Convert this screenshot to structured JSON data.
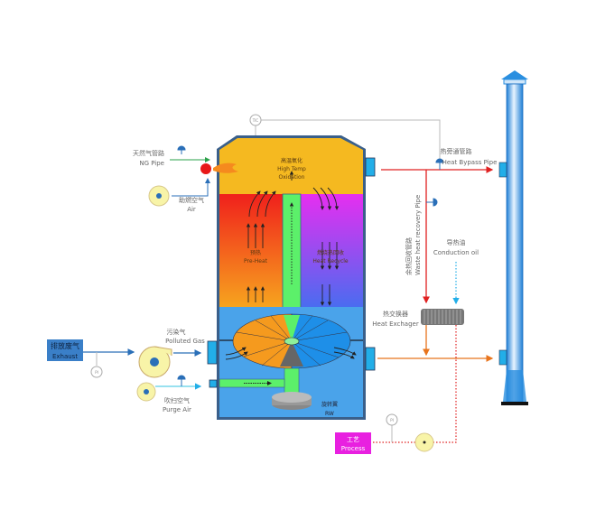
{
  "labels": {
    "ng_pipe_cn": "天然气管路",
    "ng_pipe_en": "NG Pipe",
    "air_cn": "助燃空气",
    "air_en": "Air",
    "oxidation_cn": "高温氧化",
    "oxidation_en1": "High Temp",
    "oxidation_en2": "Oxidation",
    "preheat_cn": "预热",
    "preheat_en": "Pre-Heat",
    "recycle_cn": "燃烧热回收",
    "recycle_en": "Heat Recycle",
    "bypass_cn": "热旁通管路",
    "bypass_en": "Heat Bypass Pipe",
    "waste_cn": "余热回收管路",
    "waste_en": "Waste heat recovery Pipe",
    "oil_cn": "导热油",
    "oil_en": "Conduction oil",
    "hx_cn": "热交换器",
    "hx_en": "Heat Exchager",
    "polluted_cn": "污染气",
    "polluted_en": "Polluted Gas",
    "exhaust_cn": "排放废气",
    "exhaust_en": "Exhaust",
    "purge_cn": "吹扫空气",
    "purge_en": "Purge Air",
    "rw_cn": "旋转翼",
    "rw_en": "RW",
    "process_cn": "工艺",
    "process_en": "Process",
    "tic": "TIC",
    "pi": "PI"
  },
  "colors": {
    "oxidation": "#f5b920",
    "preheat": "#f0421e",
    "recycle": "#c62ff0",
    "column": "#5cf06a",
    "lower": "#4aa3ea",
    "stack": "#2a8fe0",
    "hot_pipe": "#e02020",
    "oil_pipe": "#e8741c",
    "process": "#e820e0",
    "exhaust_box": "#3a7fc8"
  }
}
